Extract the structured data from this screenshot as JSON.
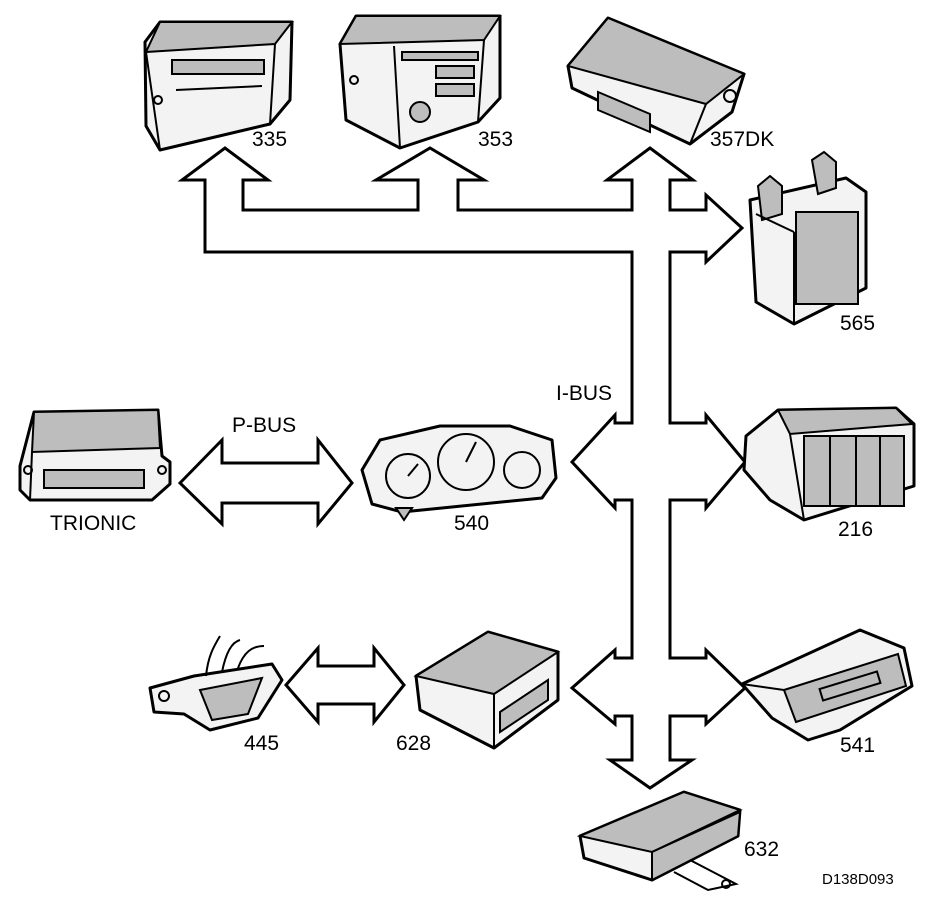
{
  "buses": {
    "ibus": "I-BUS",
    "pbus": "P-BUS"
  },
  "modules": {
    "m335": "335",
    "m353": "353",
    "m357dk": "357DK",
    "m565": "565",
    "m540": "540",
    "m216": "216",
    "m445": "445",
    "m628": "628",
    "m541": "541",
    "m632": "632",
    "trionic": "TRIONIC"
  },
  "figure_id": "D138D093"
}
